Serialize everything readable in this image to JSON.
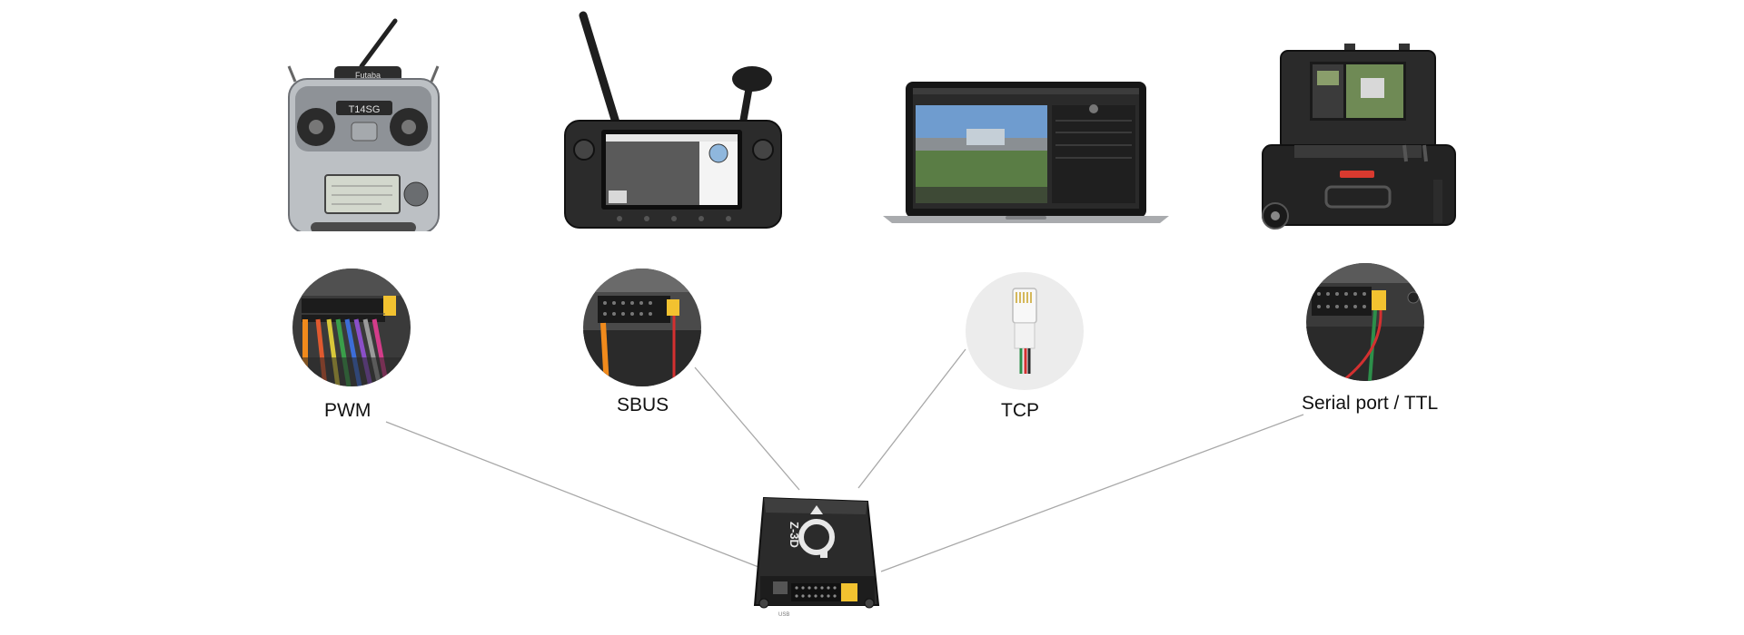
{
  "labels": {
    "pwm": "PWM",
    "sbus": "SBUS",
    "tcp": "TCP",
    "serial": "Serial port / TTL"
  },
  "devices": {
    "rc_transmitter": {
      "brand": "Futaba",
      "model": "T14SG"
    },
    "handheld_controller": {},
    "laptop": {},
    "ground_station_case": {}
  },
  "module": {
    "name": "Z-3D",
    "port_label": "USB"
  },
  "colors": {
    "connection_line": "#a8a8a8",
    "device_dark": "#2a2a2a",
    "device_silver": "#b9bcc0",
    "screen_blue": "#6f9ccf",
    "pin_header_yellow": "#f2c230",
    "label_text": "#111111"
  }
}
